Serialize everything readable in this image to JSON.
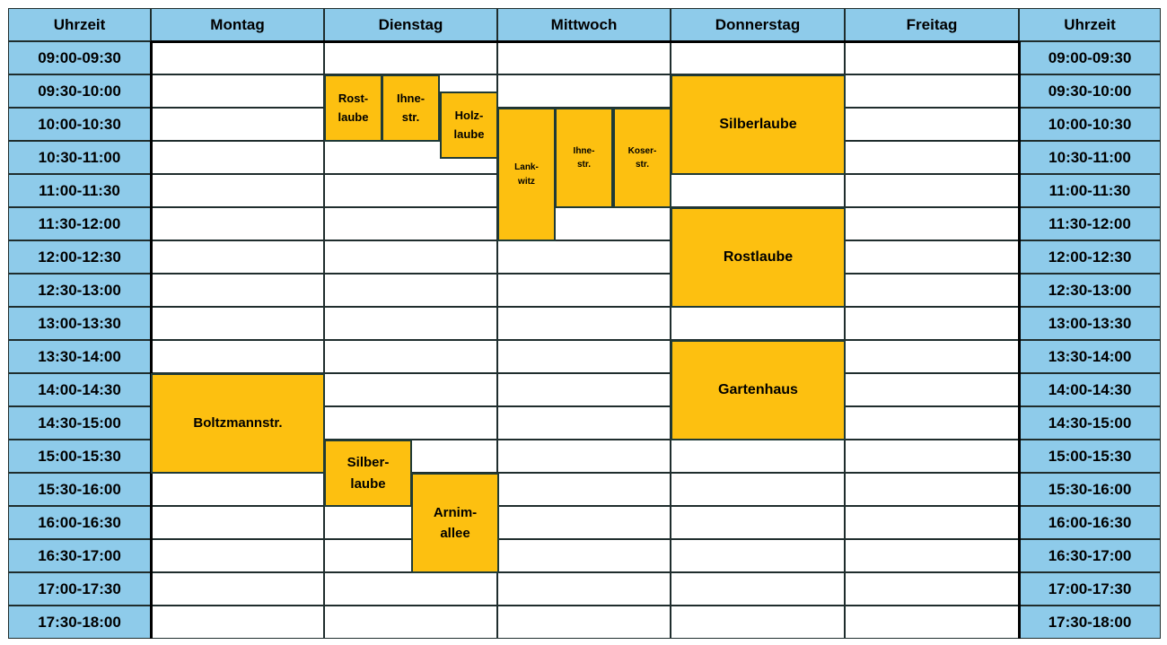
{
  "header": {
    "time_left": "Uhrzeit",
    "days": [
      "Montag",
      "Dienstag",
      "Mittwoch",
      "Donnerstag",
      "Freitag"
    ],
    "time_right": "Uhrzeit"
  },
  "time_slots": [
    "09:00-09:30",
    "09:30-10:00",
    "10:00-10:30",
    "10:30-11:00",
    "11:00-11:30",
    "11:30-12:00",
    "12:00-12:30",
    "12:30-13:00",
    "13:00-13:30",
    "13:30-14:00",
    "14:00-14:30",
    "14:30-15:00",
    "15:00-15:30",
    "15:30-16:00",
    "16:00-16:30",
    "16:30-17:00",
    "17:00-17:30",
    "17:30-18:00"
  ],
  "events": [
    {
      "day": "Montag",
      "label": "Boltzmannstr.",
      "start": "14:00",
      "end": "15:30"
    },
    {
      "day": "Dienstag",
      "label": "Rost-\nlaube",
      "start": "09:30",
      "end": "10:30"
    },
    {
      "day": "Dienstag",
      "label": "Ihne-\nstr.",
      "start": "09:30",
      "end": "10:30"
    },
    {
      "day": "Dienstag",
      "label": "Holz-\nlaube",
      "start": "09:45",
      "end": "10:45"
    },
    {
      "day": "Dienstag",
      "label": "Silber-\nlaube",
      "start": "15:00",
      "end": "16:00"
    },
    {
      "day": "Dienstag",
      "label": "Arnim-\nallee",
      "start": "15:30",
      "end": "17:00"
    },
    {
      "day": "Mittwoch",
      "label": "Lank-\nwitz",
      "start": "10:00",
      "end": "12:00"
    },
    {
      "day": "Mittwoch",
      "label": "Ihne-\nstr.",
      "start": "10:00",
      "end": "11:30"
    },
    {
      "day": "Mittwoch",
      "label": "Koser-\nstr.",
      "start": "10:00",
      "end": "11:30"
    },
    {
      "day": "Donnerstag",
      "label": "Silberlaube",
      "start": "09:30",
      "end": "11:00"
    },
    {
      "day": "Donnerstag",
      "label": "Rostlaube",
      "start": "11:30",
      "end": "13:00"
    },
    {
      "day": "Donnerstag",
      "label": "Gartenhaus",
      "start": "13:30",
      "end": "15:00"
    }
  ],
  "colors": {
    "header_bg": "#8ecbea",
    "event_bg": "#fdc010",
    "event_border": "#1f3a36",
    "grid_line": "#1f2d2d"
  }
}
